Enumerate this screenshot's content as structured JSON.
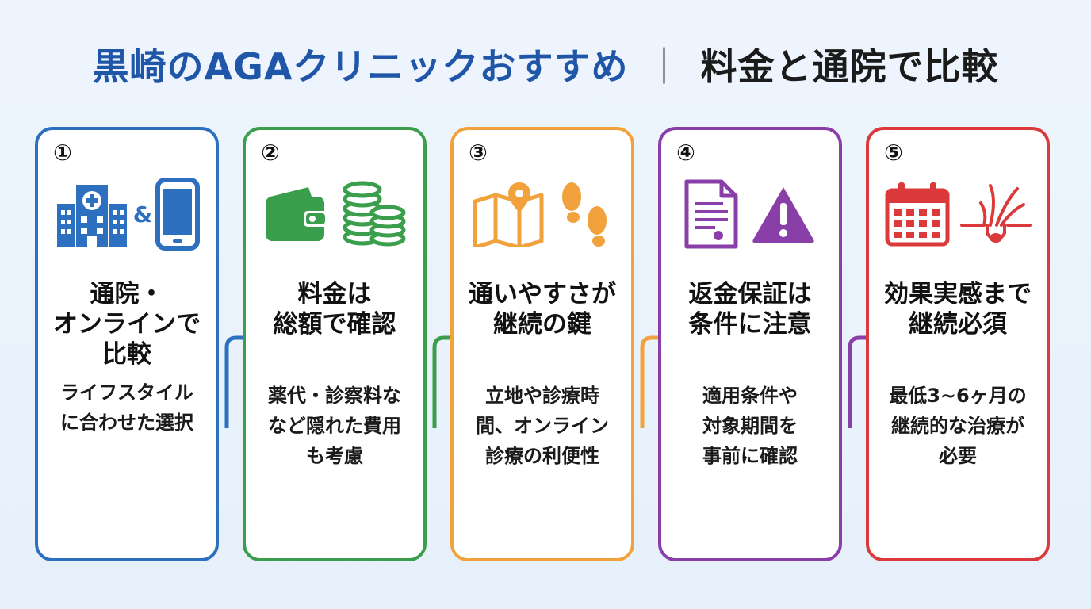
{
  "title": {
    "main": "黒崎のAGAクリニックおすすめ",
    "separator": "｜",
    "sub": "料金と通院で比較"
  },
  "colors": {
    "blue": "#2e70c0",
    "green": "#3a9e4c",
    "orange": "#f2a23c",
    "purple": "#8a3fa8",
    "red": "#dc3a3a"
  },
  "cards": [
    {
      "num": "①",
      "heading_lines": [
        "通院・",
        "オンラインで",
        "比較"
      ],
      "desc_lines": [
        "ライフスタイル",
        "に合わせた選択"
      ],
      "amp": "&",
      "icons": [
        "hospital-icon",
        "smartphone-icon"
      ]
    },
    {
      "num": "②",
      "heading_lines": [
        "料金は",
        "総額で確認"
      ],
      "desc_lines": [
        "薬代・診察料な",
        "など隠れた費用",
        "も考慮"
      ],
      "icons": [
        "wallet-icon",
        "coins-icon"
      ]
    },
    {
      "num": "③",
      "heading_lines": [
        "通いやすさが",
        "継続の鍵"
      ],
      "desc_lines": [
        "立地や診療時",
        "間、オンライン",
        "診療の利便性"
      ],
      "icons": [
        "map-icon",
        "footprints-icon"
      ]
    },
    {
      "num": "④",
      "heading_lines": [
        "返金保証は",
        "条件に注意"
      ],
      "desc_lines": [
        "適用条件や",
        "対象期間を",
        "事前に確認"
      ],
      "icons": [
        "document-icon",
        "warning-icon"
      ]
    },
    {
      "num": "⑤",
      "heading_lines": [
        "効果実感まで",
        "継続必須"
      ],
      "desc_lines": [
        "最低3~6ヶ月の",
        "継続的な治療が",
        "必要"
      ],
      "icons": [
        "calendar-icon",
        "hair-follicle-icon"
      ]
    }
  ]
}
